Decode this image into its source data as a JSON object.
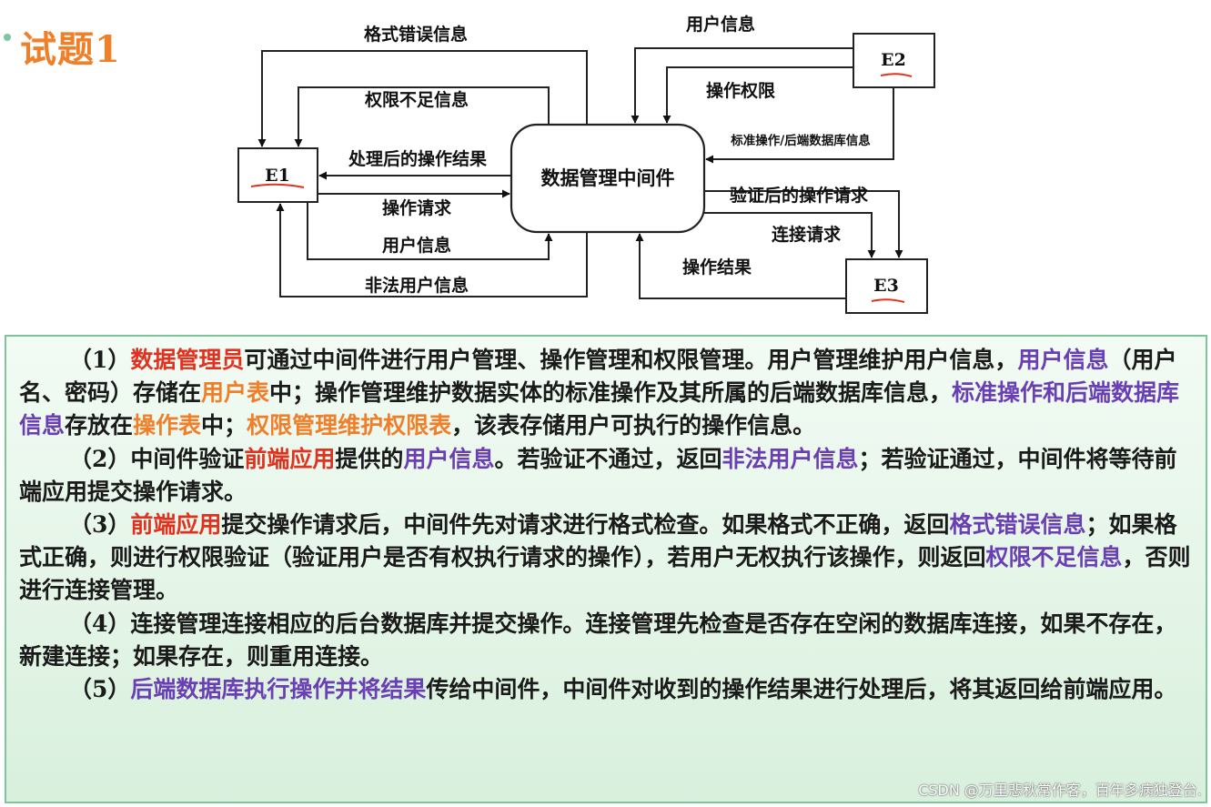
{
  "title": "试题1",
  "diagram": {
    "center": "数据管理中间件",
    "e1": "E1",
    "e2": "E2",
    "e3": "E3",
    "flows": {
      "format_error": "格式错误信息",
      "insufficient": "权限不足信息",
      "processed_result": "处理后的操作结果",
      "op_request": "操作请求",
      "user_info_e1": "用户信息",
      "illegal_user": "非法用户信息",
      "user_info_e2": "用户信息",
      "op_permission": "操作权限",
      "std_ops": "标准操作/后端数据库信息",
      "verified_request": "验证后的操作请求",
      "conn_request": "连接请求",
      "op_result": "操作结果"
    }
  },
  "paragraphs": [
    [
      {
        "t": "（1）",
        "c": ""
      },
      {
        "t": "数据管理员",
        "c": "r"
      },
      {
        "t": "可通过中间件进行用户管理、操作管理和权限管理。用户管理维护用户信息，",
        "c": ""
      },
      {
        "t": "用户信息",
        "c": "p"
      },
      {
        "t": "（用户名、密码）存储在",
        "c": ""
      },
      {
        "t": "用户表",
        "c": "o"
      },
      {
        "t": "中；操作管理维护数据实体的标准操作及其所属的后端数据库信息，",
        "c": ""
      },
      {
        "t": "标准操作和后端数据库信息",
        "c": "p"
      },
      {
        "t": "存放在",
        "c": ""
      },
      {
        "t": "操作表",
        "c": "o"
      },
      {
        "t": "中；",
        "c": ""
      },
      {
        "t": "权限管理维护权限表",
        "c": "o"
      },
      {
        "t": "，该表存储用户可执行的操作信息。",
        "c": ""
      }
    ],
    [
      {
        "t": "（2）中间件验证",
        "c": ""
      },
      {
        "t": "前端应用",
        "c": "r"
      },
      {
        "t": "提供的",
        "c": ""
      },
      {
        "t": "用户信息",
        "c": "p"
      },
      {
        "t": "。若验证不通过，返回",
        "c": ""
      },
      {
        "t": "非法用户信息",
        "c": "p"
      },
      {
        "t": "；若验证通过，中间件将等待前端应用提交操作请求。",
        "c": ""
      }
    ],
    [
      {
        "t": "（3）",
        "c": ""
      },
      {
        "t": "前端应用",
        "c": "r"
      },
      {
        "t": "提交操作请求后，中间件先对请求进行格式检查。如果格式不正确，返回",
        "c": ""
      },
      {
        "t": "格式错误信息",
        "c": "p"
      },
      {
        "t": "；如果格式正确，则进行权限验证（验证用户是否有权执行请求的操作），若用户无权执行该操作，则返回",
        "c": ""
      },
      {
        "t": "权限不足信息",
        "c": "p"
      },
      {
        "t": "，否则进行连接管理。",
        "c": ""
      }
    ],
    [
      {
        "t": "（4）连接管理连接相应的后台数据库并提交操作。连接管理先检查是否存在空闲的数据库连接，如果不存在，新建连接；如果存在，则重用连接。",
        "c": ""
      }
    ],
    [
      {
        "t": "（5）",
        "c": ""
      },
      {
        "t": "后端数据库执行操作并将结果",
        "c": "p"
      },
      {
        "t": "传给中间件，中间件对收到的操作结果进行处理后，将其返回给前端应用。",
        "c": ""
      }
    ]
  ],
  "watermark": "CSDN @万里悲秋常作客，百年多病独登台."
}
